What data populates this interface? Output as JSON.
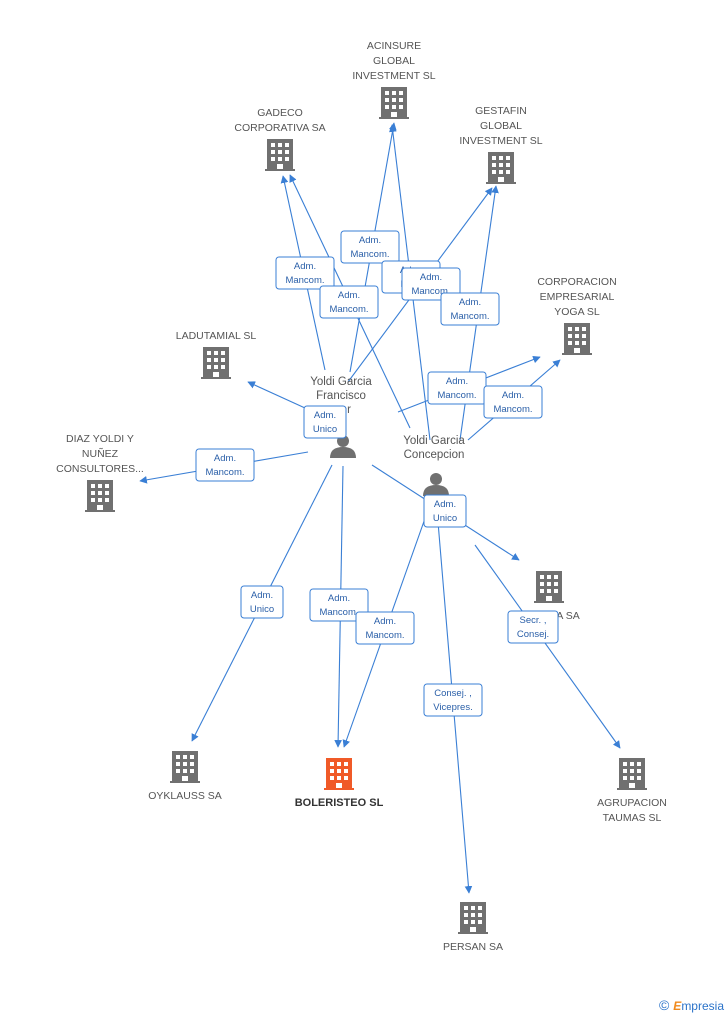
{
  "companies": [
    {
      "id": "acinsure",
      "lines": [
        "ACINSURE",
        "GLOBAL",
        "INVESTMENT  SL"
      ],
      "highlight": false
    },
    {
      "id": "gadeco",
      "lines": [
        "GADECO",
        "CORPORATIVA SA"
      ],
      "highlight": false
    },
    {
      "id": "gestafin",
      "lines": [
        "GESTAFIN",
        "GLOBAL",
        "INVESTMENT  SL"
      ],
      "highlight": false
    },
    {
      "id": "corporacion-yoga",
      "lines": [
        "CORPORACION",
        "EMPRESARIAL",
        "YOGA SL"
      ],
      "highlight": false
    },
    {
      "id": "ladutamial",
      "lines": [
        "LADUTAMIAL SL"
      ],
      "highlight": false
    },
    {
      "id": "diaz-yoldi",
      "lines": [
        "DIAZ YOLDI Y",
        "NUÑEZ",
        "CONSULTORES..."
      ],
      "highlight": false
    },
    {
      "id": "coserva",
      "lines": [
        "CO...RVA SA"
      ],
      "highlight": false
    },
    {
      "id": "oyklauss",
      "lines": [
        "OYKLAUSS SA"
      ],
      "highlight": false
    },
    {
      "id": "boleristeo",
      "lines": [
        "BOLERISTEO SL"
      ],
      "highlight": true
    },
    {
      "id": "agrupacion",
      "lines": [
        "AGRUPACION",
        "TAUMAS SL"
      ],
      "highlight": false
    },
    {
      "id": "persan",
      "lines": [
        "PERSAN SA"
      ],
      "highlight": false
    }
  ],
  "persons": [
    {
      "id": "yoldi-francisco",
      "lines": [
        "Yoldi Garcia",
        "Francisco",
        "...er"
      ]
    },
    {
      "id": "yoldi-concepcion",
      "lines": [
        "Yoldi Garcia",
        "Concepcion"
      ]
    }
  ],
  "roles": [
    {
      "id": "r1",
      "lines": [
        "Adm.",
        "Mancom."
      ]
    },
    {
      "id": "r2",
      "lines": [
        "Adm.",
        "Mancom."
      ]
    },
    {
      "id": "r3",
      "lines": [
        "Adm.",
        "Mancom."
      ]
    },
    {
      "id": "r4",
      "lines": [
        "Adm.",
        "Ma..."
      ]
    },
    {
      "id": "r5",
      "lines": [
        "Adm.",
        "Mancom."
      ]
    },
    {
      "id": "r6",
      "lines": [
        "Adm.",
        "Mancom."
      ]
    },
    {
      "id": "r7",
      "lines": [
        "Adm.",
        "Mancom."
      ]
    },
    {
      "id": "r8",
      "lines": [
        "Adm.",
        "Mancom."
      ]
    },
    {
      "id": "r9",
      "lines": [
        "Adm.",
        "Unico"
      ]
    },
    {
      "id": "r10",
      "lines": [
        "Adm.",
        "Mancom."
      ]
    },
    {
      "id": "r11",
      "lines": [
        "Adm.",
        "Unico"
      ]
    },
    {
      "id": "r12",
      "lines": [
        "Adm.",
        "Unico"
      ]
    },
    {
      "id": "r13",
      "lines": [
        "Adm.",
        "Mancom."
      ]
    },
    {
      "id": "r14",
      "lines": [
        "Adm.",
        "Mancom."
      ]
    },
    {
      "id": "r15",
      "lines": [
        "Secr. ,",
        "Consej."
      ]
    },
    {
      "id": "r16",
      "lines": [
        "Consej. ,",
        "Vicepres."
      ]
    }
  ],
  "brand": {
    "copyright": "©",
    "e": "E",
    "rest": "mpresia"
  },
  "colors": {
    "edge": "#3a7fd5",
    "building": "#707070",
    "highlight": "#f05a28",
    "role_text": "#2a5fa8"
  }
}
